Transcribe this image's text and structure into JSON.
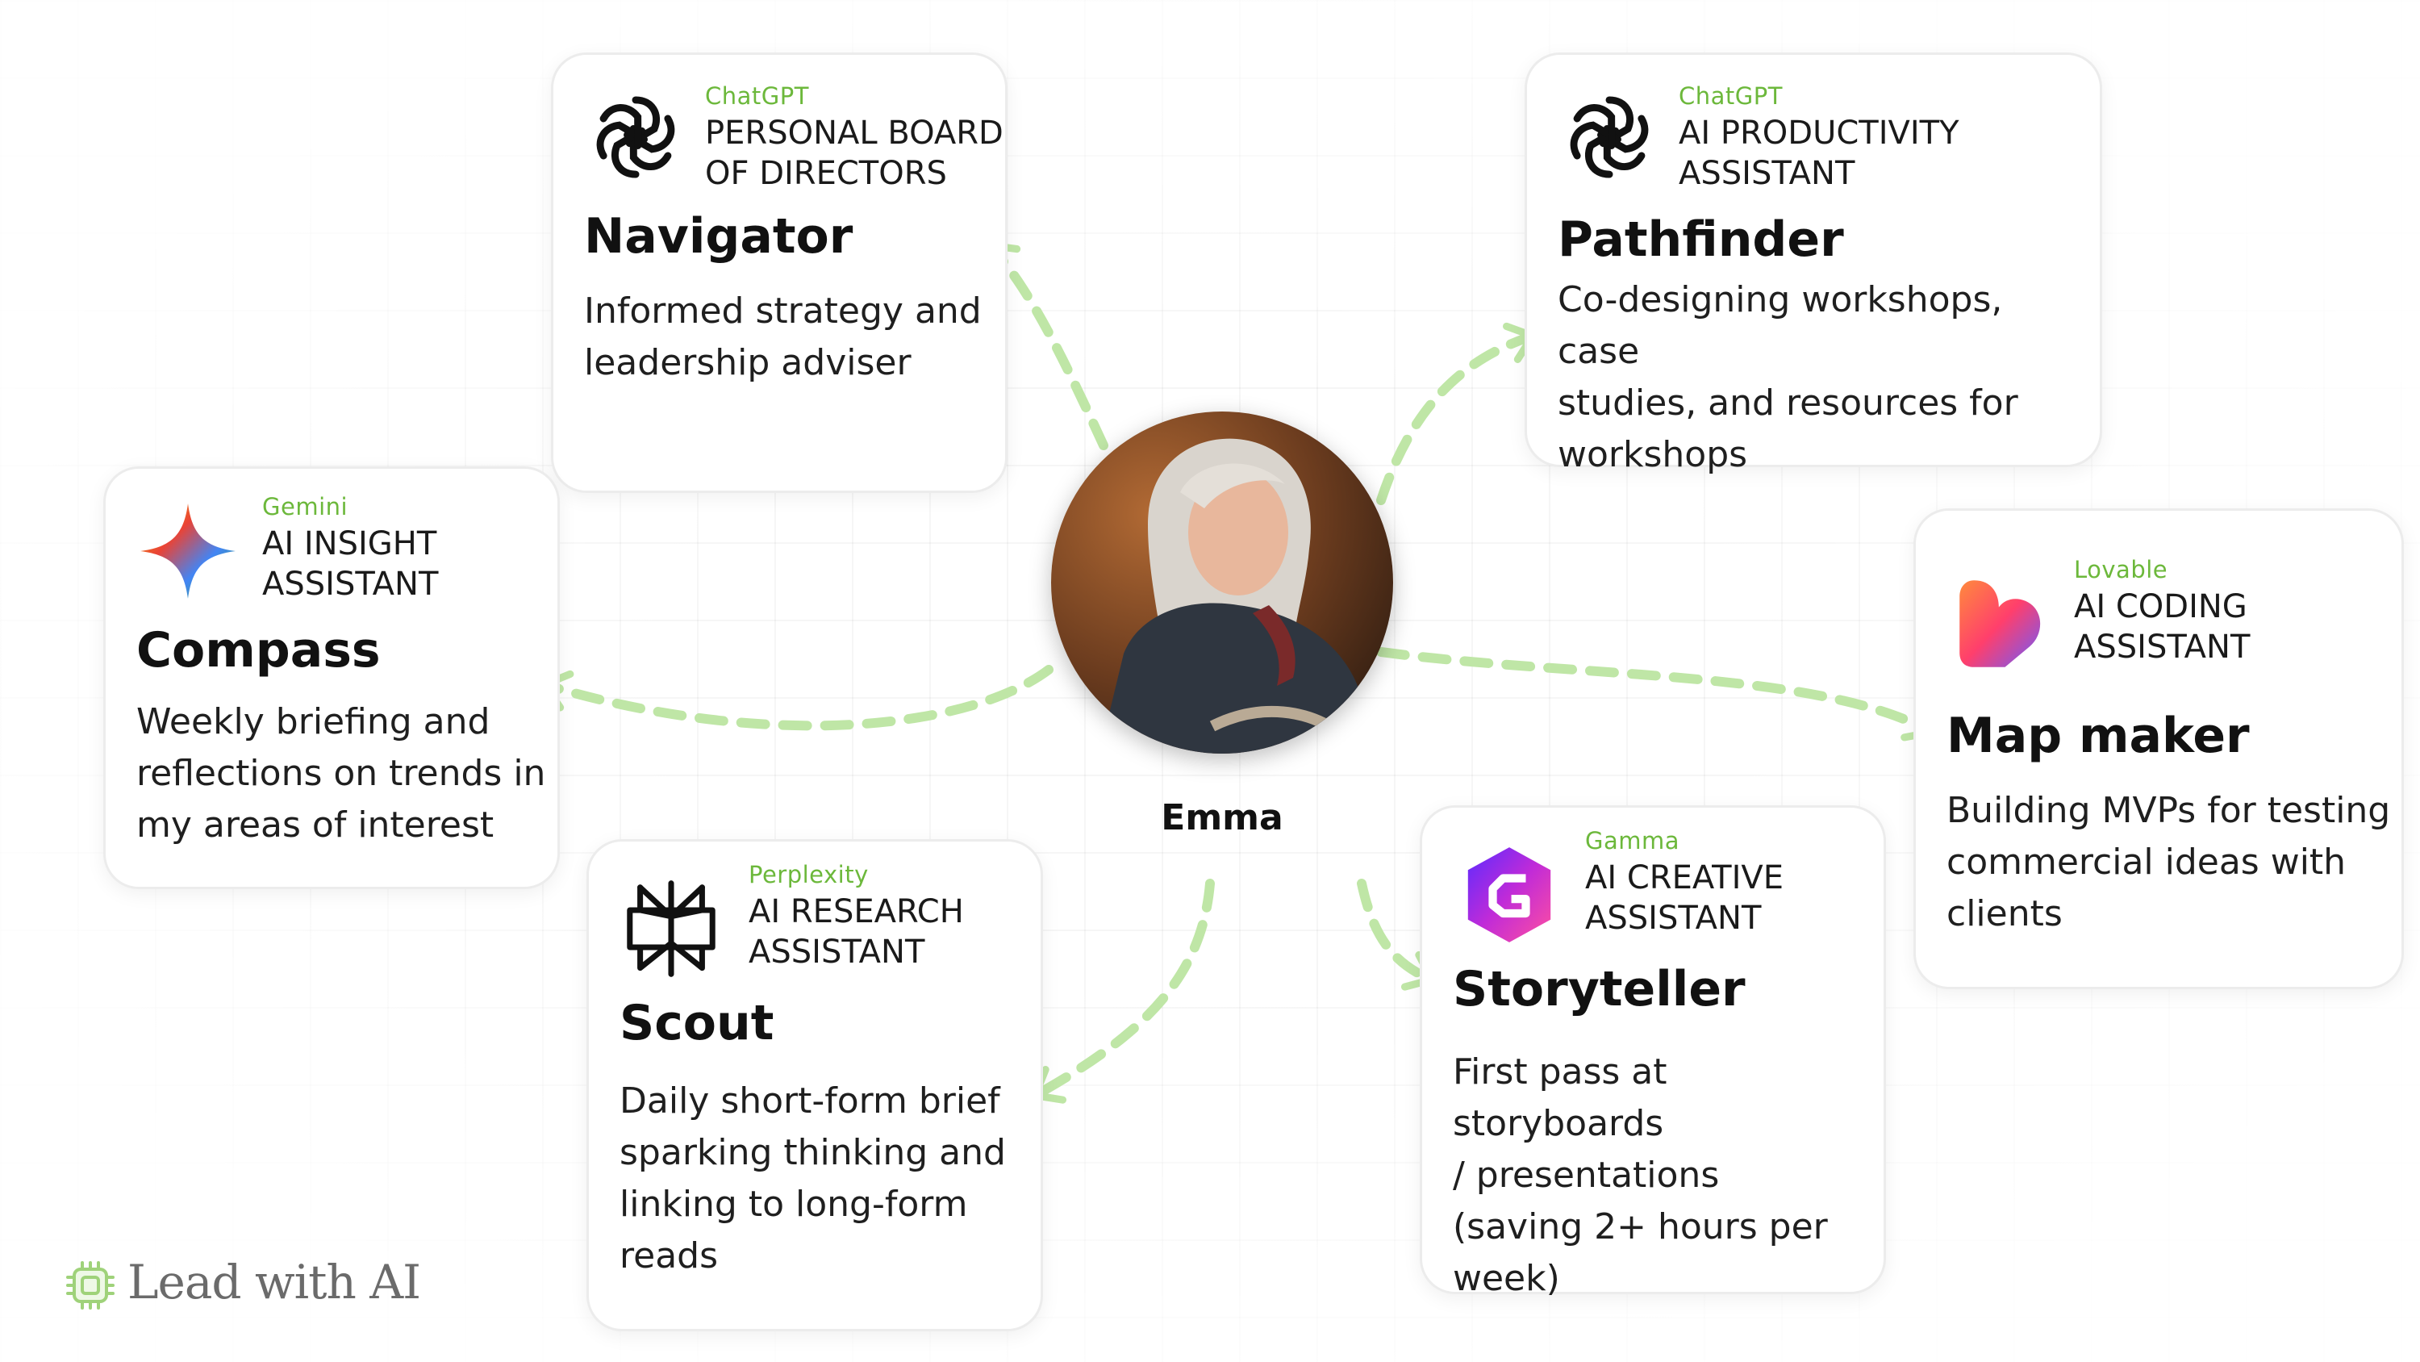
{
  "center": {
    "name": "Emma"
  },
  "colors": {
    "brand_green": "#6cb83b",
    "arrow_green": "#bfe6a6",
    "card_border": "#ececec"
  },
  "cards": [
    {
      "id": "navigator",
      "brand": "ChatGPT",
      "role_line1": "PERSONAL BOARD",
      "role_line2": "OF DIRECTORS",
      "name": "Navigator",
      "desc_lines": [
        "Informed strategy and",
        "leadership adviser"
      ],
      "icon": "openai-icon"
    },
    {
      "id": "pathfinder",
      "brand": "ChatGPT",
      "role_line1": "AI PRODUCTIVITY",
      "role_line2": "ASSISTANT",
      "name": "Pathfinder",
      "desc_lines": [
        "Co-designing workshops, case",
        "studies, and resources for",
        "workshops"
      ],
      "icon": "openai-icon"
    },
    {
      "id": "compass",
      "brand": "Gemini",
      "role_line1": "AI INSIGHT",
      "role_line2": "ASSISTANT",
      "name": "Compass",
      "desc_lines": [
        "Weekly briefing and",
        "reflections on trends in",
        "my areas of interest"
      ],
      "icon": "gemini-icon"
    },
    {
      "id": "mapmaker",
      "brand": "Lovable",
      "role_line1": "AI CODING",
      "role_line2": "ASSISTANT",
      "name": "Map maker",
      "desc_lines": [
        "Building MVPs for testing",
        "commercial ideas with",
        "clients"
      ],
      "icon": "lovable-icon"
    },
    {
      "id": "scout",
      "brand": "Perplexity",
      "role_line1": "AI RESEARCH",
      "role_line2": "ASSISTANT",
      "name": "Scout",
      "desc_lines": [
        "Daily short-form brief",
        "sparking thinking and",
        "linking to long-form",
        "reads"
      ],
      "icon": "perplexity-icon"
    },
    {
      "id": "storyteller",
      "brand": "Gamma",
      "role_line1": "AI CREATIVE",
      "role_line2": "ASSISTANT",
      "name": "Storyteller",
      "desc_lines": [
        "First pass at storyboards",
        "/ presentations",
        "(saving 2+ hours per",
        "week)"
      ],
      "icon": "gamma-icon"
    }
  ],
  "footer": {
    "brand": "Lead with AI"
  }
}
